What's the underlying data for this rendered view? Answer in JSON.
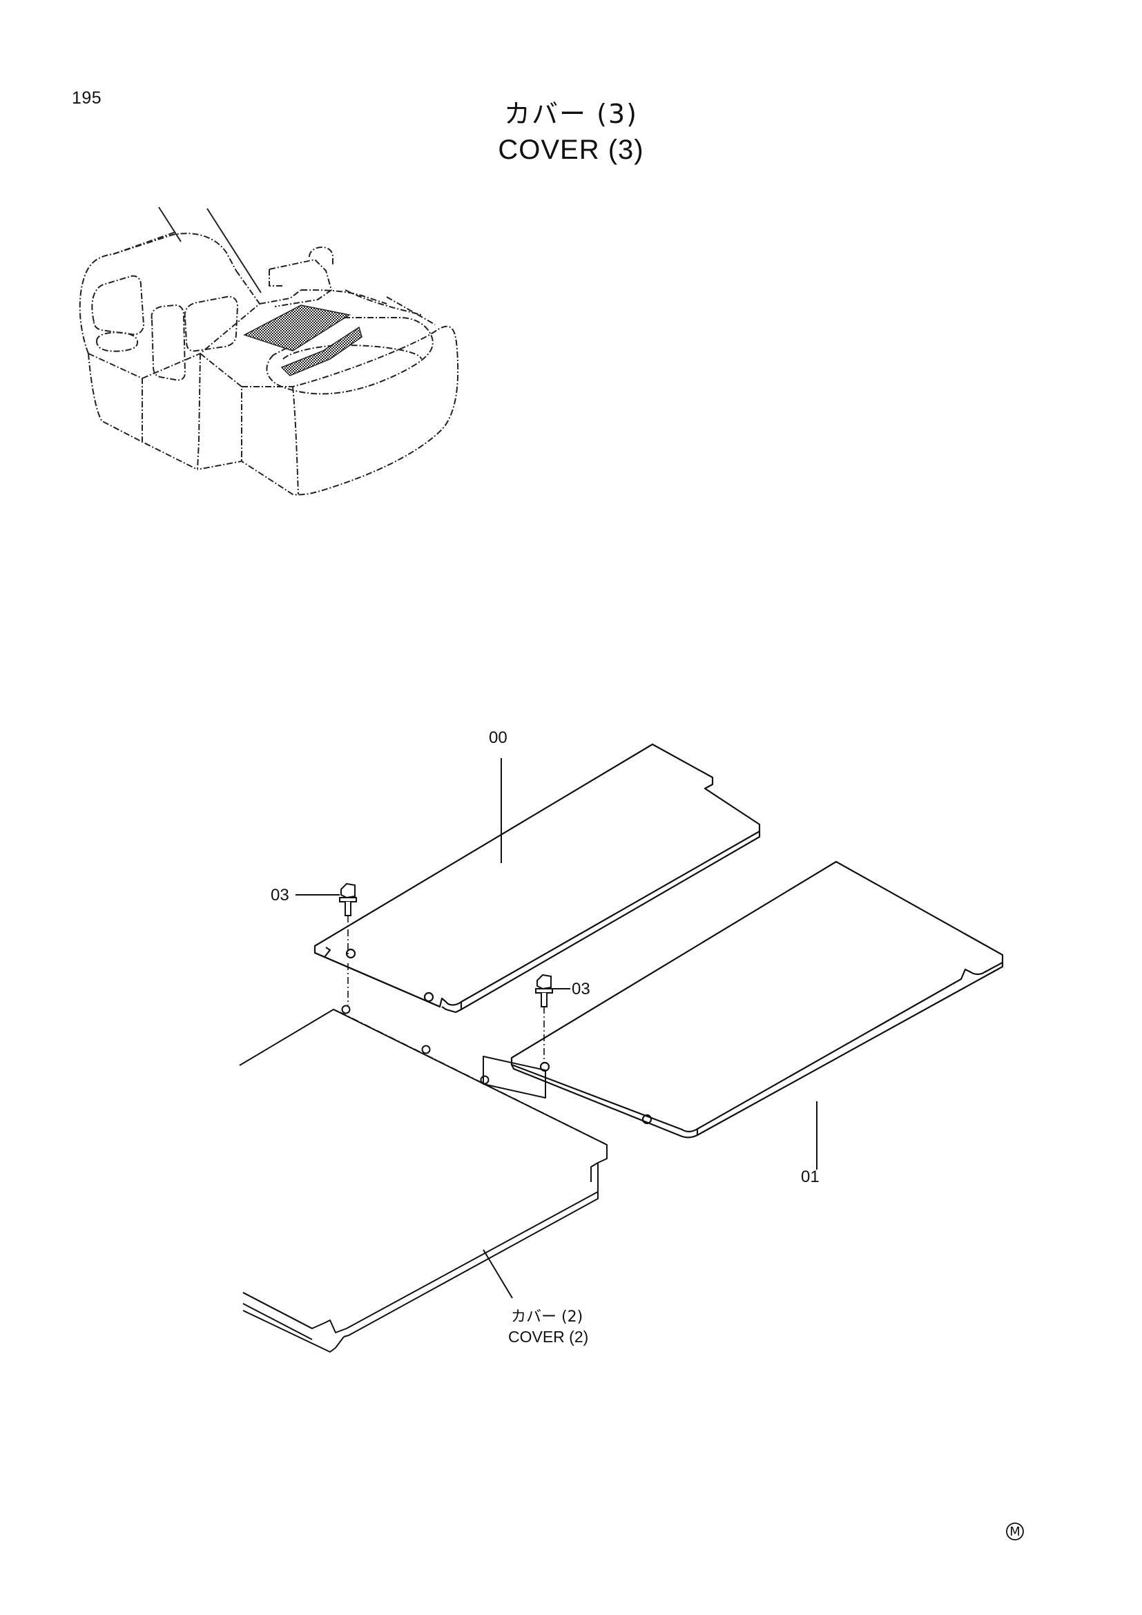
{
  "page": {
    "number": "195",
    "title_jp": "カバー (3)",
    "title_en": "COVER (3)"
  },
  "callouts": {
    "part_00": "00",
    "part_01": "01",
    "part_03_left": "03",
    "part_03_right": "03"
  },
  "reference": {
    "label_jp": "カバー (2)",
    "label_en": "COVER (2)"
  },
  "mark": {
    "symbol": "M"
  }
}
